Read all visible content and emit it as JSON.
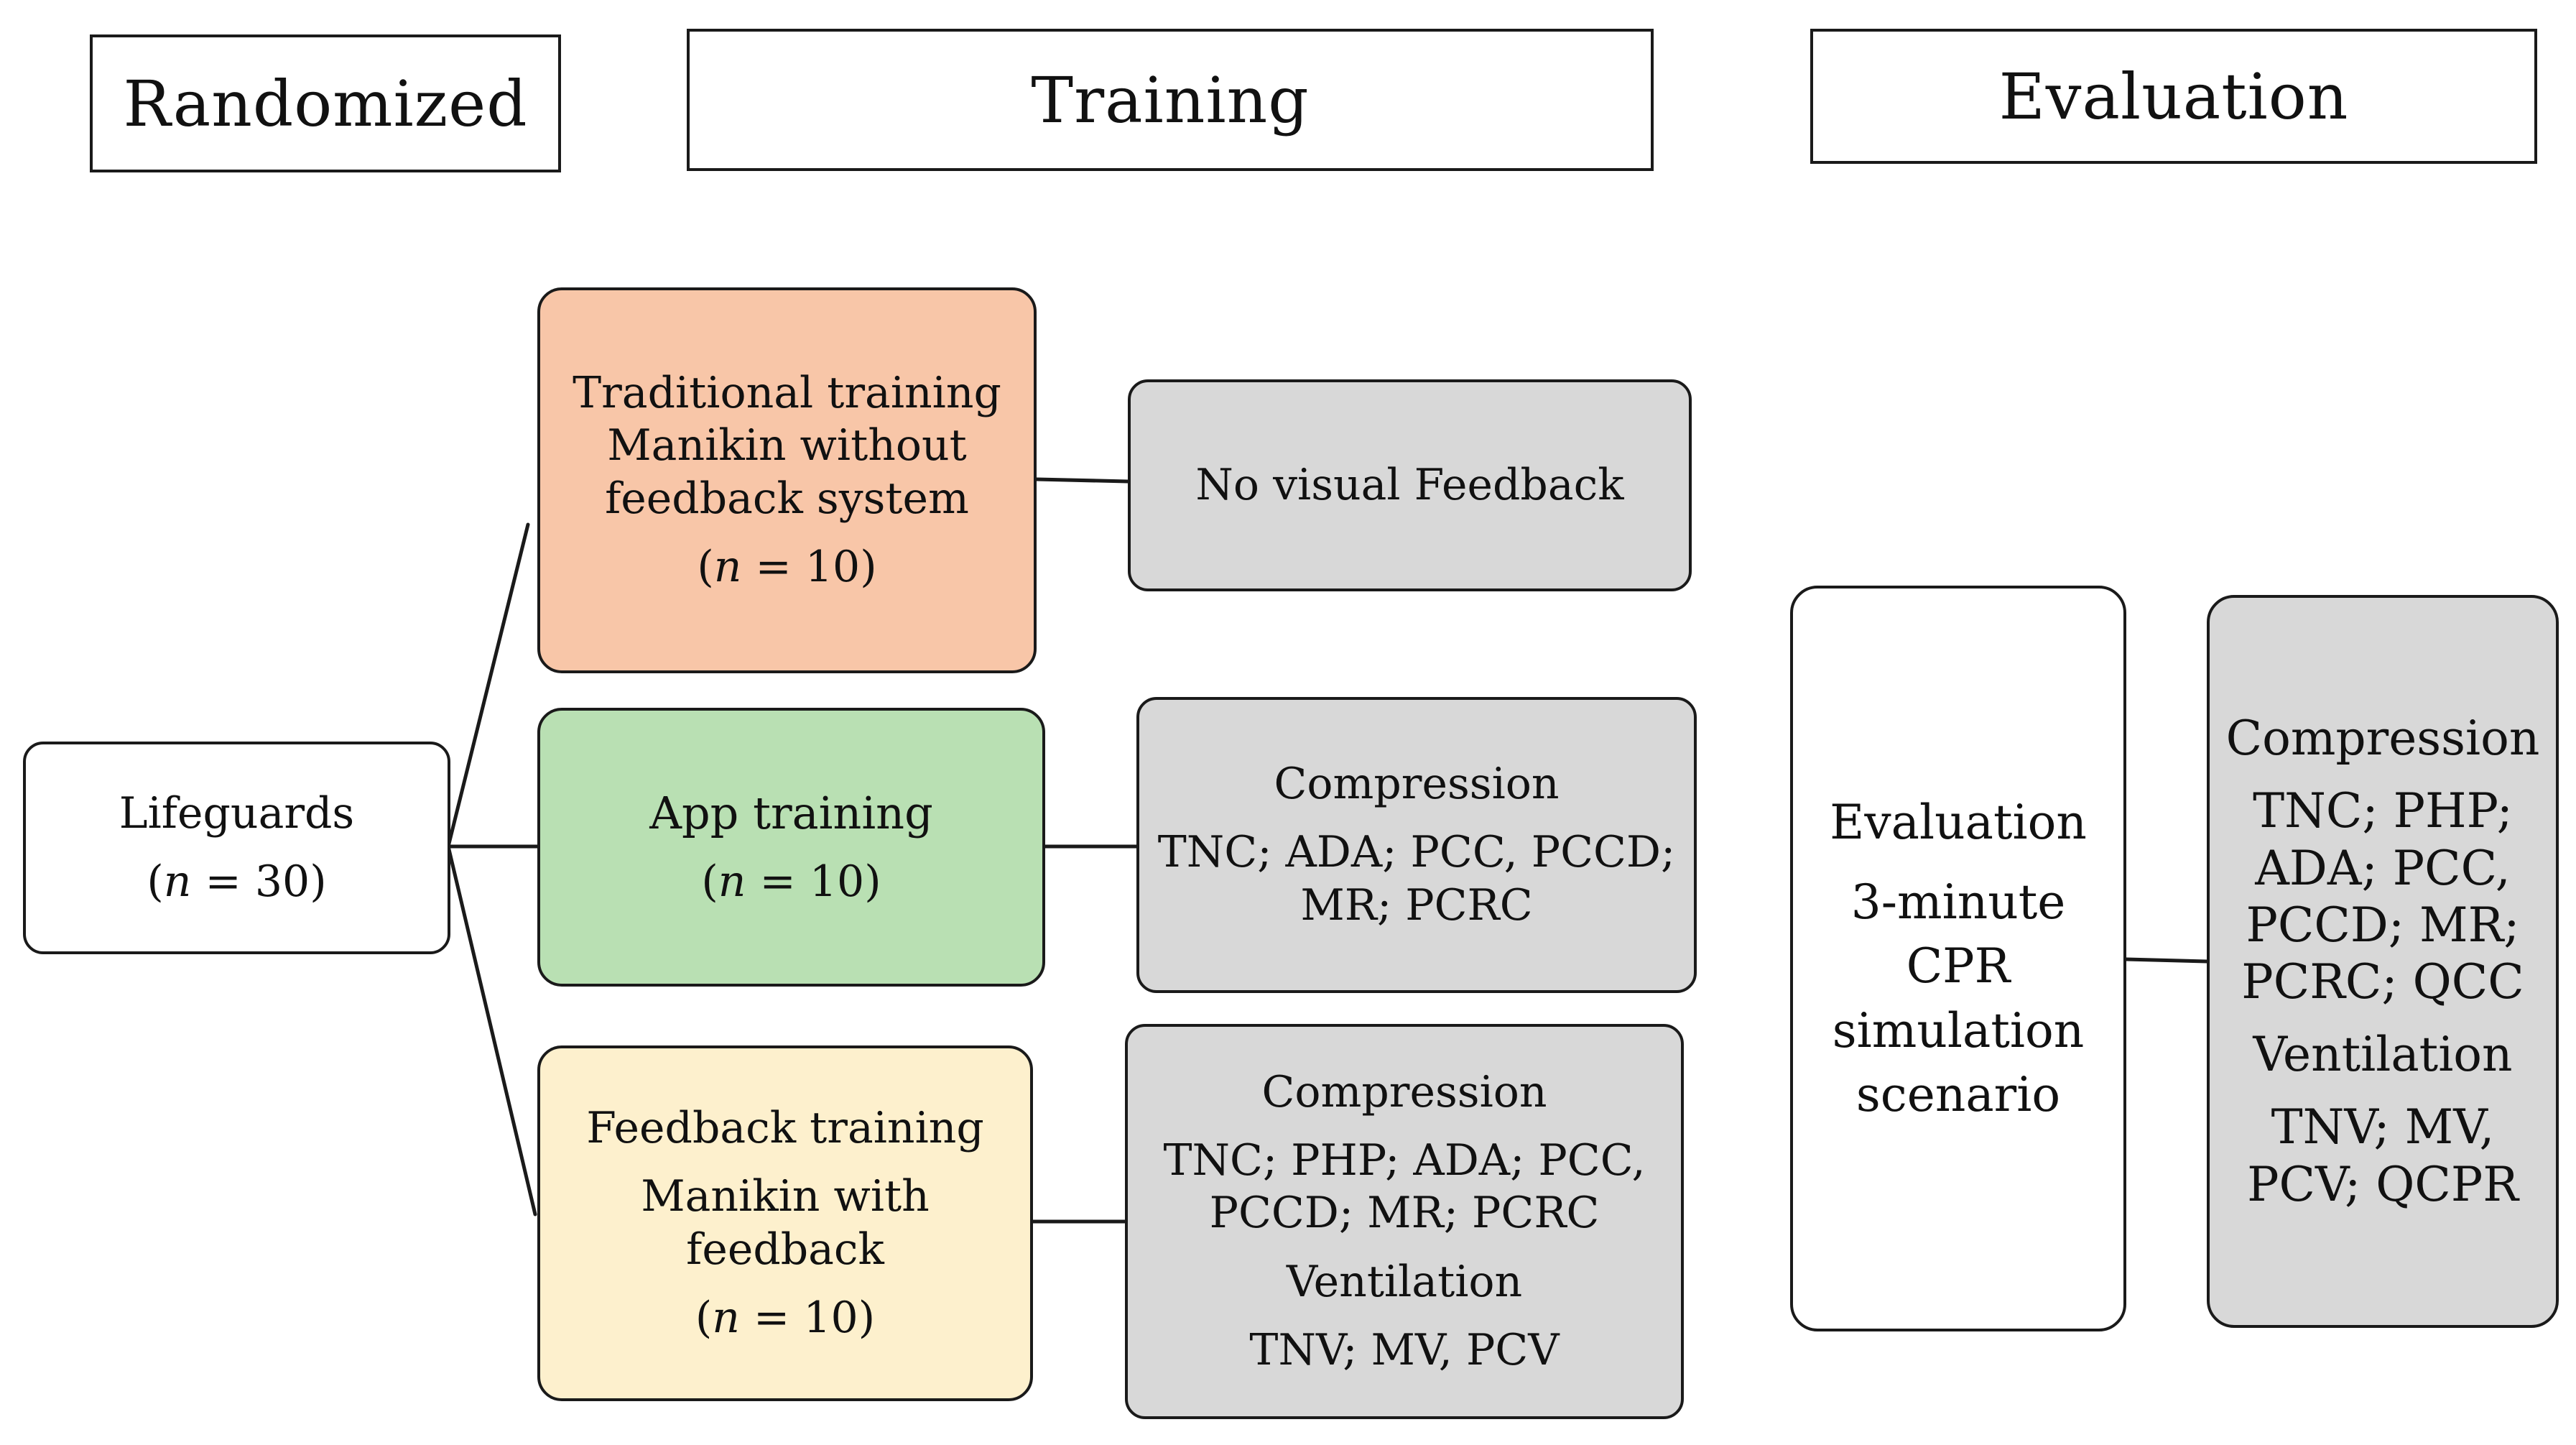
{
  "colors": {
    "traditional": "#f8c6a8",
    "app": "#b9e0b3",
    "feedback": "#fdf0cd",
    "grey": "#d8d8d8",
    "white": "#ffffff",
    "border": "#1a1a1a"
  },
  "headers": {
    "randomized": "Randomized",
    "training": "Training",
    "evaluation": "Evaluation"
  },
  "lifeguards": {
    "title": "Lifeguards",
    "n_var": "n",
    "n_value": " = 30)"
  },
  "traditional": {
    "line1": "Traditional training",
    "line2": "Manikin without",
    "line3": "feedback system",
    "n_var": "n",
    "n_value": " = 10)"
  },
  "app": {
    "title": "App training",
    "n_var": "n",
    "n_value": " = 10)"
  },
  "feedback": {
    "line1": "Feedback training",
    "line2": "Manikin with",
    "line3": "feedback",
    "n_var": "n",
    "n_value": " = 10)"
  },
  "no_feedback": {
    "label": "No visual Feedback"
  },
  "app_metrics": {
    "heading": "Compression",
    "line1": "TNC; ADA; PCC, PCCD;",
    "line2": "MR; PCRC"
  },
  "feedback_metrics": {
    "compression_heading": "Compression",
    "line1": "TNC; PHP; ADA; PCC,",
    "line2": "PCCD; MR; PCRC",
    "ventilation_heading": "Ventilation",
    "line3": "TNV; MV, PCV"
  },
  "evaluation_box": {
    "line1": "Evaluation",
    "line2": "3-minute",
    "line3": "CPR",
    "line4": "simulation",
    "line5": "scenario"
  },
  "evaluation_metrics": {
    "compression_heading": "Compression",
    "line1": "TNC; PHP;",
    "line2": "ADA; PCC,",
    "line3": "PCCD; MR;",
    "line4": "PCRC; QCC",
    "ventilation_heading": "Ventilation",
    "line5": "TNV; MV,",
    "line6": "PCV; QCPR"
  }
}
